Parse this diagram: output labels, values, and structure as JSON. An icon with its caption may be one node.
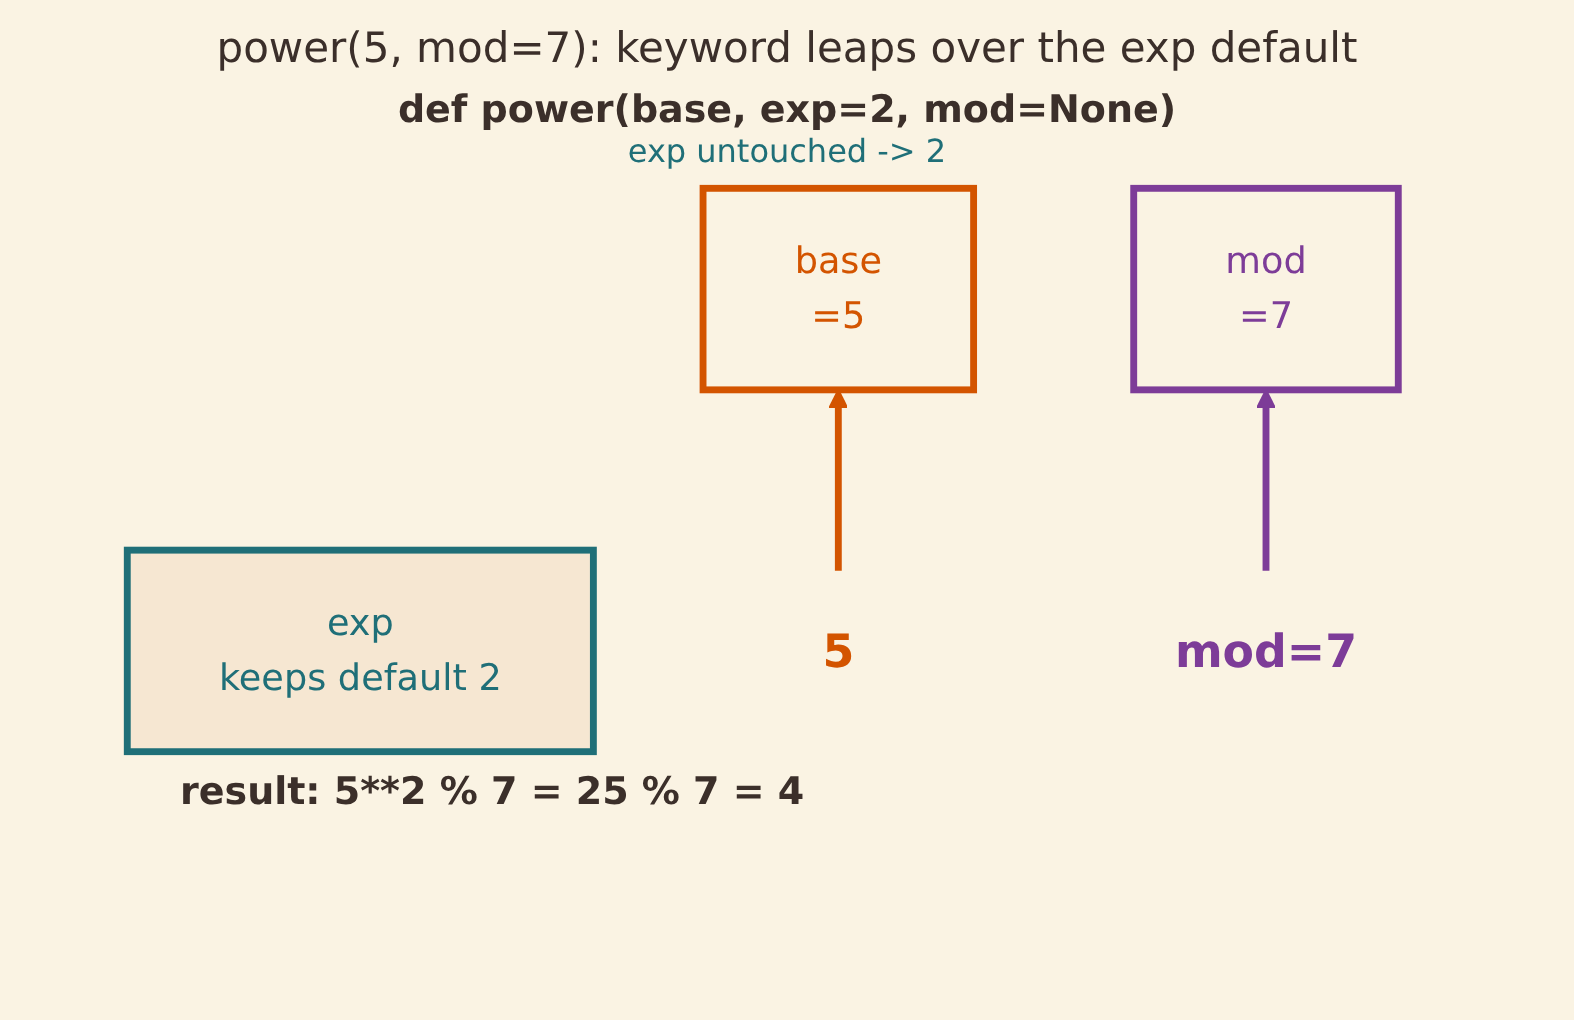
{
  "diagram": {
    "title": "power(5, mod=7): keyword leaps over the exp default",
    "nodes": [
      {
        "text": [
          "base",
          "=5"
        ]
      },
      {
        "text": [
          "exp",
          "keeps default 2"
        ]
      },
      {
        "text": [
          "mod",
          "=7"
        ]
      },
      {
        "text": [
          "5"
        ]
      },
      {
        "text": [
          "mod=7"
        ]
      }
    ],
    "edges": [
      {
        "from": 3,
        "to": 0,
        "arrow": "to",
        "color": "#d35400"
      },
      {
        "from": 4,
        "to": 2,
        "arrow": "to",
        "color": "#7d3c98"
      }
    ],
    "labels": [
      "def power(base, exp=2, mod=None)",
      "exp untouched -> 2",
      "result: 5**2 % 7 = 25 % 7 = 4"
    ]
  }
}
